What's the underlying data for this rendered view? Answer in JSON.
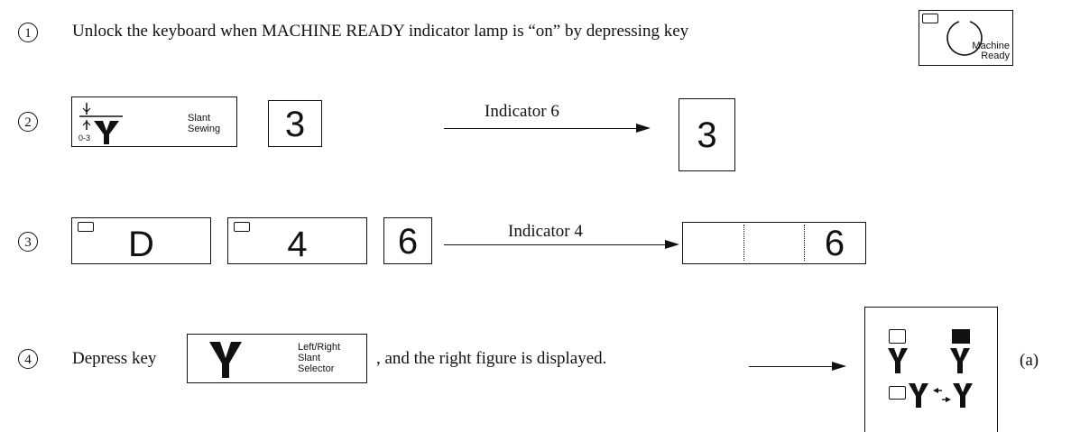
{
  "steps": [
    {
      "number": "1",
      "text_before": "Unlock the keyboard when MACHINE READY indicator lamp is “on” by depressing key"
    },
    {
      "number": "2"
    },
    {
      "number": "3"
    },
    {
      "number": "4",
      "text_before": "Depress key",
      "text_after": ", and the right figure is displayed."
    }
  ],
  "keys": {
    "machine_ready": {
      "label_line1": "Machine",
      "label_line2": "Ready"
    },
    "slant_sewing": {
      "label_line1": "Slant",
      "label_line2": "Sewing",
      "range": "0-3"
    },
    "key_3": "3",
    "key_D": "D",
    "key_4": "4",
    "key_6": "6",
    "left_right_slant": {
      "label_line1": "Left/Right",
      "label_line2": "Slant",
      "label_line3": "Selector"
    }
  },
  "arrows": {
    "step2_label": "Indicator 6",
    "step3_label": "Indicator 4"
  },
  "displays": {
    "step2_value": "3",
    "step3_value": "6",
    "step4_caption": "(a)"
  }
}
